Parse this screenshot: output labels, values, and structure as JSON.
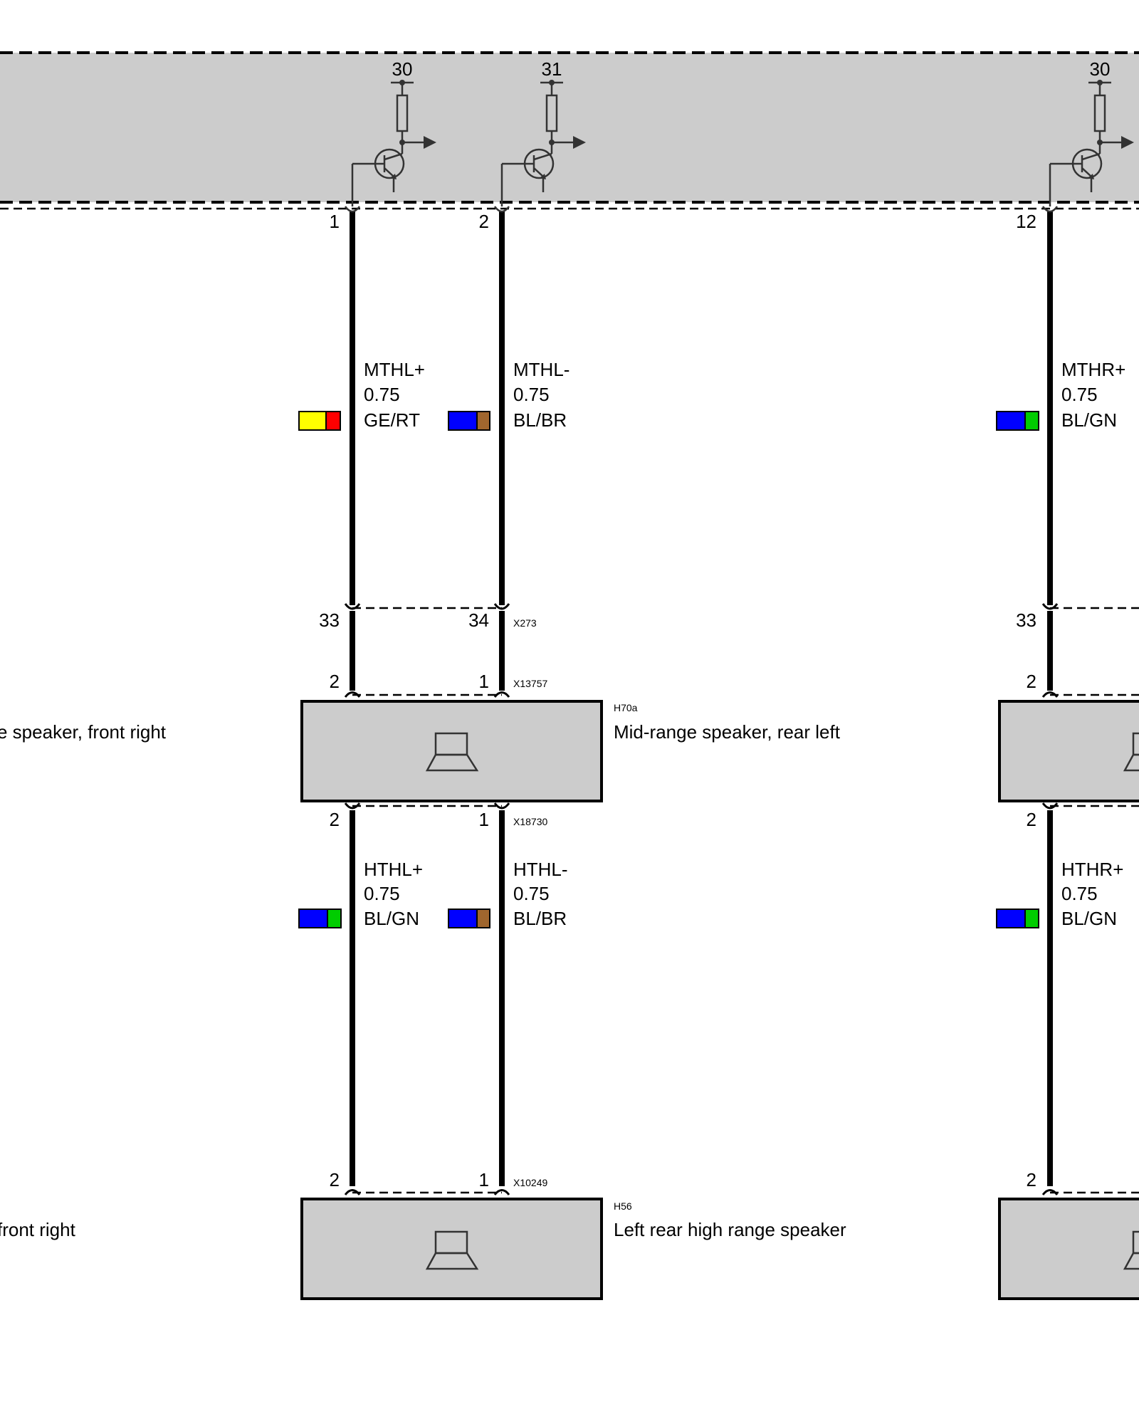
{
  "colors": {
    "GE": "#ffff00",
    "RT": "#ff0000",
    "BL": "#0000ff",
    "BR": "#a0662e",
    "GN": "#00cc00",
    "module_fill": "#cccccc",
    "box_fill": "#cccccc"
  },
  "control_unit": {
    "supplies": [
      "30",
      "31",
      "30"
    ],
    "pins": [
      "1",
      "2",
      "12"
    ]
  },
  "wires": [
    {
      "signal": "MTHL+",
      "gauge": "0.75",
      "color_code": "GE/RT",
      "colors": [
        "GE",
        "RT"
      ]
    },
    {
      "signal": "MTHL-",
      "gauge": "0.75",
      "color_code": "BL/BR",
      "colors": [
        "BL",
        "BR"
      ]
    },
    {
      "signal": "MTHR+",
      "gauge": "0.75",
      "color_code": "BL/GN",
      "colors": [
        "BL",
        "GN"
      ]
    },
    {
      "signal": "HTHL+",
      "gauge": "0.75",
      "color_code": "BL/GN",
      "colors": [
        "BL",
        "GN"
      ]
    },
    {
      "signal": "HTHL-",
      "gauge": "0.75",
      "color_code": "BL/BR",
      "colors": [
        "BL",
        "BR"
      ]
    },
    {
      "signal": "HTHR+",
      "gauge": "0.75",
      "color_code": "BL/GN",
      "colors": [
        "BL",
        "GN"
      ]
    }
  ],
  "connectors": {
    "x273": {
      "id": "X273",
      "pins": [
        "33",
        "34",
        "33"
      ]
    },
    "x13757": {
      "id": "X13757",
      "pins": [
        "2",
        "1",
        "2"
      ]
    },
    "x18730": {
      "id": "X18730",
      "pins": [
        "2",
        "1",
        "2"
      ]
    },
    "x10249": {
      "id": "X10249",
      "pins": [
        "2",
        "1",
        "2"
      ]
    }
  },
  "components": {
    "h70a": {
      "id": "H70a",
      "name": "Mid-range speaker, rear left"
    },
    "h56": {
      "id": "H56",
      "name": "Left rear high range speaker"
    },
    "left_mid_partial": "e speaker, front right",
    "left_high_partial": "front right"
  }
}
